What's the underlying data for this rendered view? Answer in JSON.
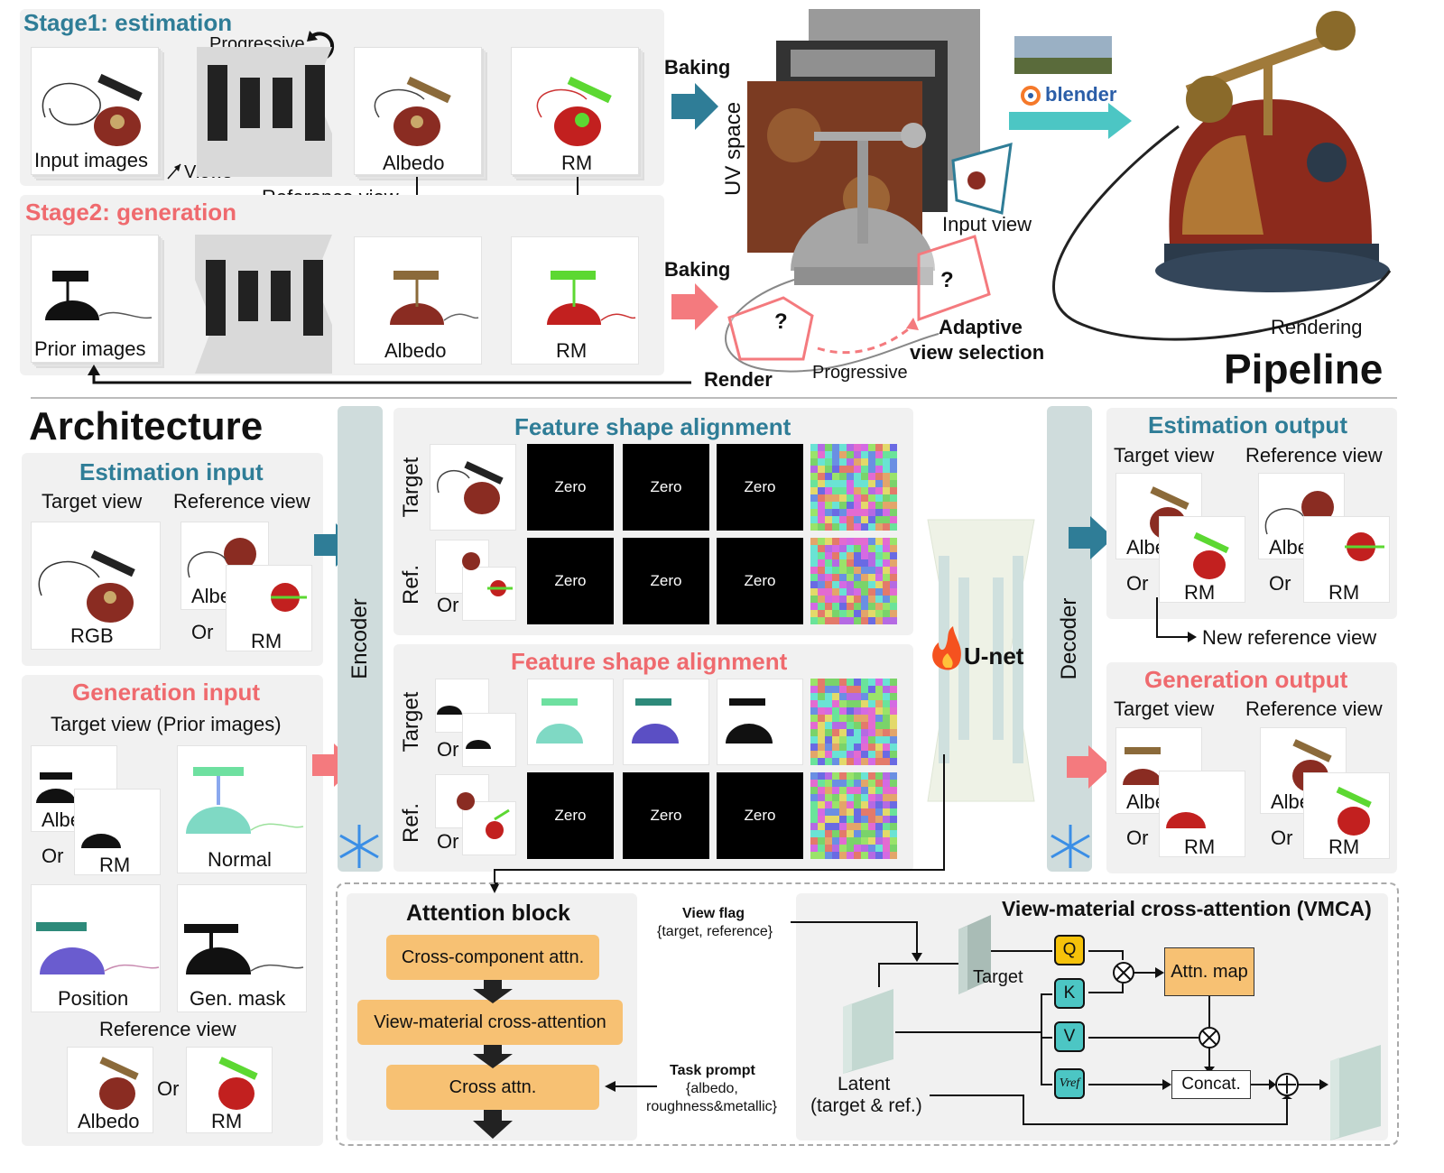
{
  "stage1": {
    "title": "Stage1: estimation",
    "progressive": "Progressive",
    "input_images": "Input images",
    "views": "Views",
    "albedo": "Albedo",
    "rm": "RM",
    "reference_view": "Reference view"
  },
  "stage2": {
    "title": "Stage2: generation",
    "prior_images": "Prior images",
    "albedo": "Albedo",
    "rm": "RM"
  },
  "baking": {
    "label1": "Baking",
    "label2": "Baking",
    "uv_space": "UV space",
    "input_view": "Input view",
    "adaptive": "Adaptive",
    "view_selection": "view selection",
    "render": "Render",
    "progressive": "Progressive"
  },
  "pipeline": {
    "blender": "blender",
    "rendering": "Rendering",
    "title": "Pipeline"
  },
  "architecture": {
    "title": "Architecture",
    "estimation_input": {
      "title": "Estimation input",
      "target_view": "Target view",
      "reference_view": "Reference view",
      "rgb": "RGB",
      "albedo": "Albedo",
      "or": "Or",
      "rm": "RM"
    },
    "generation_input": {
      "title": "Generation input",
      "target_view": "Target view (Prior images)",
      "albedo": "Albedo",
      "or": "Or",
      "rm": "RM",
      "normal": "Normal",
      "position": "Position",
      "gen_mask": "Gen. mask",
      "reference_view": "Reference view",
      "ref_albedo": "Albedo",
      "ref_or": "Or",
      "ref_rm": "RM"
    },
    "encoder": "Encoder",
    "decoder": "Decoder",
    "unet": "U-net",
    "fsa_top": {
      "title": "Feature shape alignment",
      "target": "Target",
      "ref": "Ref.",
      "or": "Or",
      "zero": "Zero"
    },
    "fsa_bottom": {
      "title": "Feature shape alignment",
      "target": "Target",
      "ref": "Ref.",
      "or": "Or",
      "zero": "Zero"
    },
    "estimation_output": {
      "title": "Estimation output",
      "target_view": "Target view",
      "reference_view": "Reference view",
      "albedo": "Albedo",
      "or": "Or",
      "rm": "RM",
      "new_reference_view": "New reference view"
    },
    "generation_output": {
      "title": "Generation output",
      "target_view": "Target view",
      "reference_view": "Reference view",
      "albedo": "Albedo",
      "or": "Or",
      "rm": "RM"
    }
  },
  "attention": {
    "title": "Attention block",
    "cross_component": "Cross-component attn.",
    "vmca": "View-material cross-attention",
    "cross_attn": "Cross attn.",
    "view_flag": "View flag",
    "view_flag_values": "{target, reference}",
    "task_prompt": "Task prompt",
    "task_prompt_values1": "{albedo,",
    "task_prompt_values2": "roughness&metallic}"
  },
  "vmca": {
    "title": "View-material cross-attention (VMCA)",
    "target": "Target",
    "q": "Q",
    "k": "K",
    "v": "V",
    "vref": "Vref",
    "attn_map": "Attn. map",
    "concat": "Concat.",
    "latent": "Latent",
    "latent_sub": "(target & ref.)"
  },
  "colors": {
    "teal": "#2f7d97",
    "pink": "#ef6a6e",
    "orange": "#f7c173",
    "accent_teal": "#4cc6c4",
    "gray_bar": "#cfdcdc"
  }
}
